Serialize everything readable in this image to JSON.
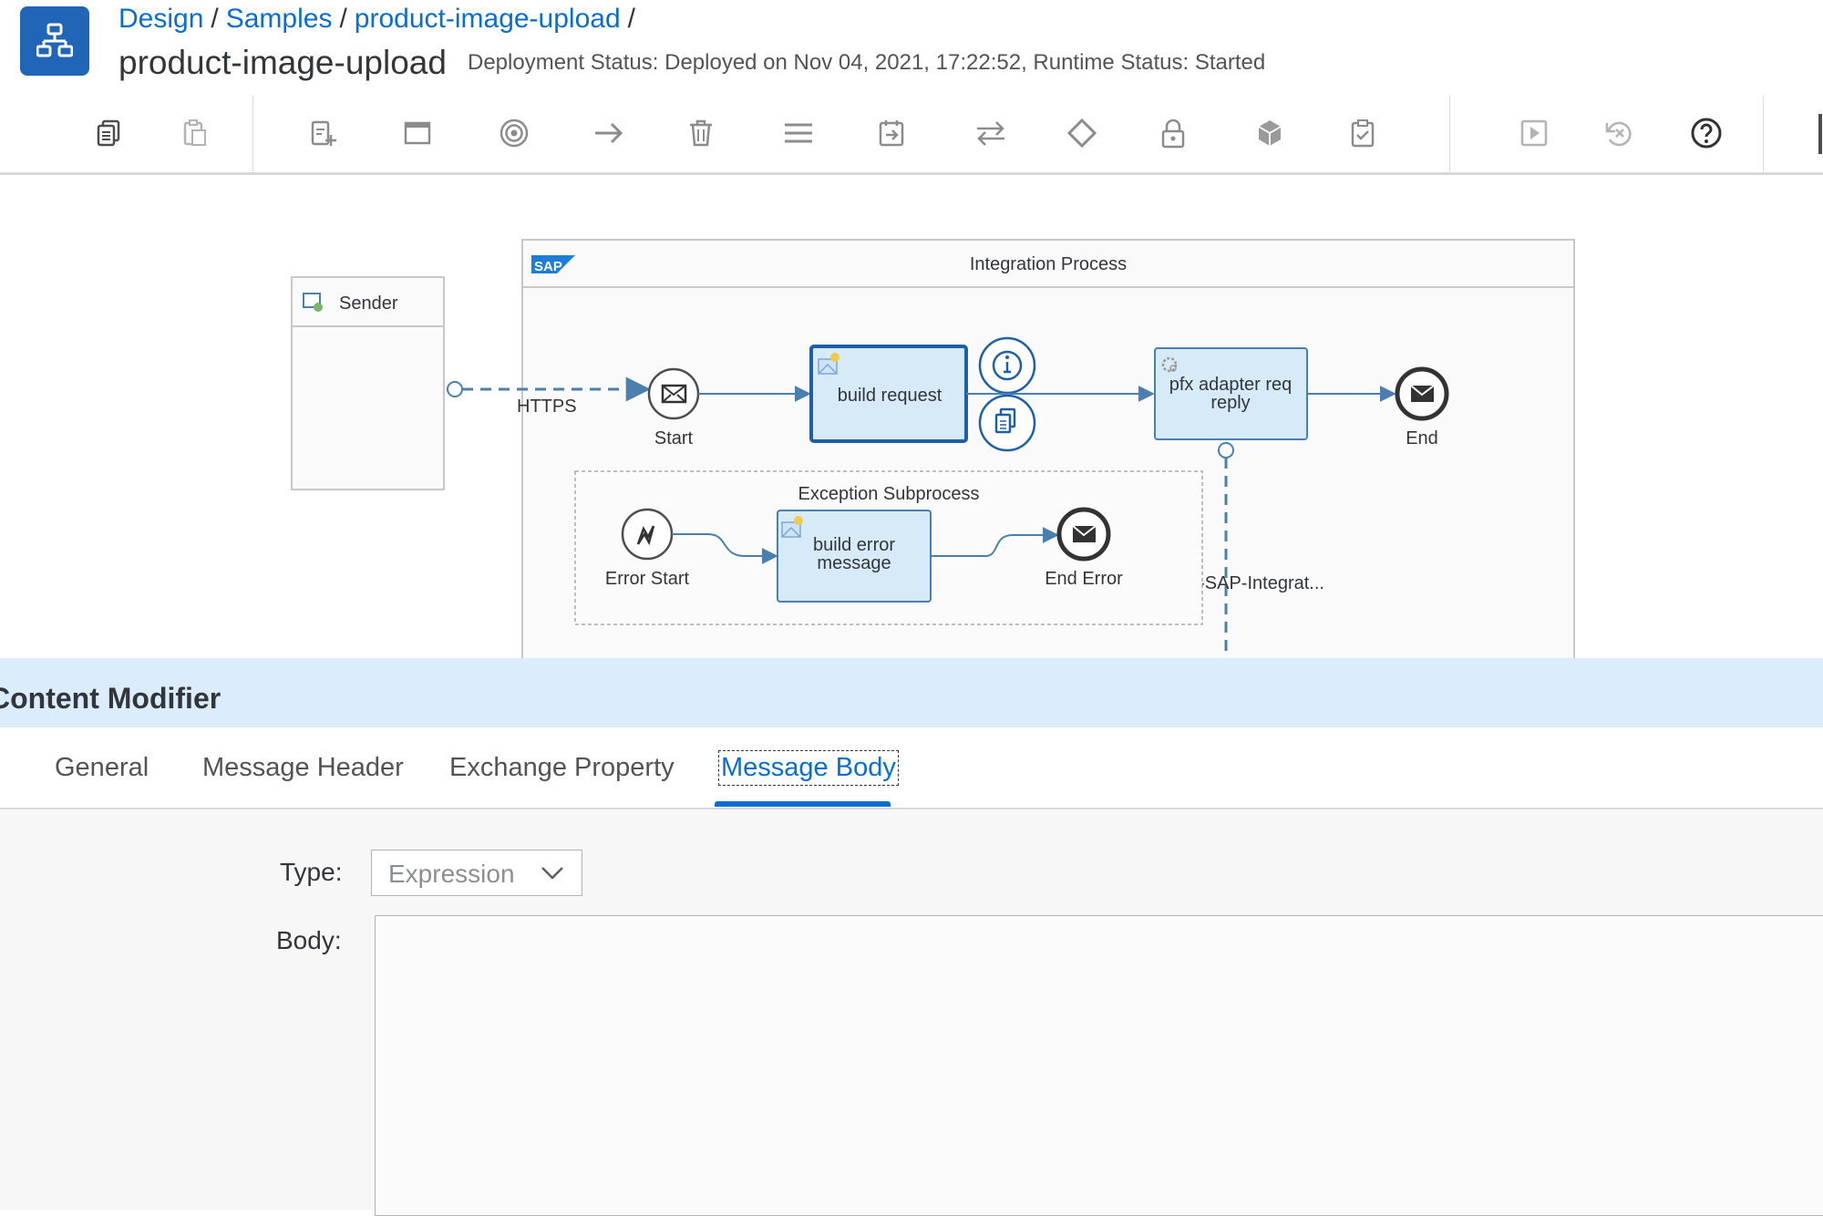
{
  "header": {
    "breadcrumb": [
      {
        "label": "Design"
      },
      {
        "label": "Samples"
      },
      {
        "label": "product-image-upload"
      }
    ],
    "breadcrumb_separator": "/",
    "title": "product-image-upload",
    "deployment_status": "Deployment Status: Deployed on Nov 04, 2021, 17:22:52, Runtime Status: Started"
  },
  "toolbar": {
    "icons": [
      "copy-icon",
      "paste-icon",
      "add-step-icon",
      "window-icon",
      "target-icon",
      "arrow-right-icon",
      "delete-icon",
      "menu-icon",
      "import-icon",
      "swap-icon",
      "diamond-icon",
      "lock-icon",
      "cube-icon",
      "clipboard-check-icon",
      "play-icon",
      "cancel-icon",
      "help-icon"
    ]
  },
  "diagram": {
    "sender_label": "Sender",
    "process_title": "Integration Process",
    "sap_logo": "SAP",
    "https_label": "HTTPS",
    "start_label": "Start",
    "build_request_label": "build request",
    "pfx_label_line1": "pfx adapter req",
    "pfx_label_line2": "reply",
    "end_label": "End",
    "subprocess_title": "Exception Subprocess",
    "error_start_label": "Error Start",
    "build_error_line1": "build error",
    "build_error_line2": "message",
    "end_error_label": "End Error",
    "receiver_channel_label": "Pricefx-SAP-Integrat..."
  },
  "panel": {
    "title": "Content Modifier",
    "tabs": [
      {
        "label": "General",
        "active": false
      },
      {
        "label": "Message Header",
        "active": false
      },
      {
        "label": "Exchange Property",
        "active": false
      },
      {
        "label": "Message Body",
        "active": true
      }
    ],
    "type_label": "Type:",
    "type_value": "Expression",
    "body_label": "Body:",
    "body_value": ""
  },
  "colors": {
    "accent": "#0a6ed1",
    "app_icon_bg": "#2166b6",
    "panel_header_bg": "#dbedfc",
    "step_fill": "#d6eaf8",
    "connector": "#4a7fb0"
  }
}
